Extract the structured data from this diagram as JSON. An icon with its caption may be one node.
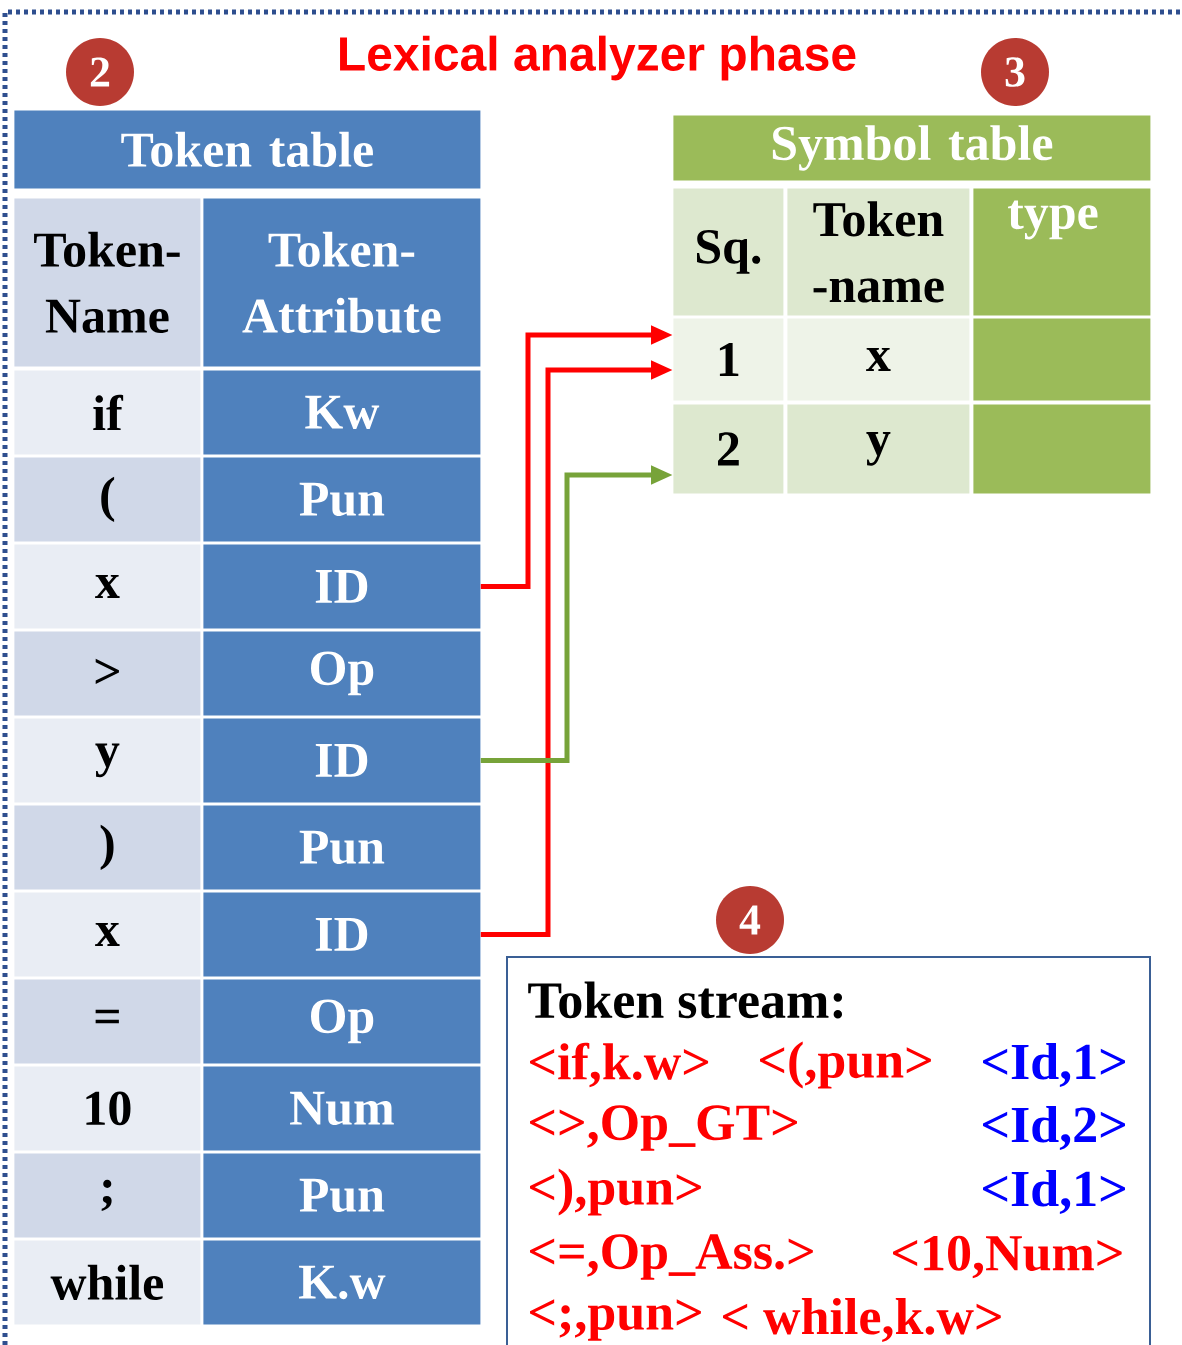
{
  "diagram": {
    "title": "Lexical analyzer phase",
    "nodes": [
      {
        "text": [
          "Token table"
        ]
      },
      {
        "text": [
          "Token-Name"
        ]
      },
      {
        "text": [
          "Token-Attribute"
        ]
      },
      {
        "text": [
          "if"
        ]
      },
      {
        "text": [
          "Kw"
        ]
      },
      {
        "text": [
          "("
        ]
      },
      {
        "text": [
          "Pun"
        ]
      },
      {
        "text": [
          "x"
        ]
      },
      {
        "text": [
          "ID"
        ]
      },
      {
        "text": [
          ">"
        ]
      },
      {
        "text": [
          "Op"
        ]
      },
      {
        "text": [
          "y"
        ]
      },
      {
        "text": [
          "ID"
        ]
      },
      {
        "text": [
          ")"
        ]
      },
      {
        "text": [
          "Pun"
        ]
      },
      {
        "text": [
          "x"
        ]
      },
      {
        "text": [
          "ID"
        ]
      },
      {
        "text": [
          "="
        ]
      },
      {
        "text": [
          "Op"
        ]
      },
      {
        "text": [
          "10"
        ]
      },
      {
        "text": [
          "Num"
        ]
      },
      {
        "text": [
          ";"
        ]
      },
      {
        "text": [
          "Pun"
        ]
      },
      {
        "text": [
          "while"
        ]
      },
      {
        "text": [
          "K.w"
        ]
      },
      {
        "text": [
          "Symbol table"
        ]
      },
      {
        "text": [
          "Sq."
        ]
      },
      {
        "text": [
          "Token -name"
        ]
      },
      {
        "text": [
          "type"
        ]
      },
      {
        "text": [
          "1"
        ]
      },
      {
        "text": [
          "x"
        ]
      },
      {
        "text": [],
        "shape": "box"
      },
      {
        "text": [
          "2"
        ]
      },
      {
        "text": [
          "y"
        ]
      },
      {
        "text": [],
        "shape": "box"
      },
      {
        "text": [
          "Token stream:",
          "<if,k.w>",
          "<(,pun>",
          "<Id,1>",
          "<>,Op_GT>",
          "<Id,2>",
          "<),pun>",
          "<Id,1>",
          "<=,Op_Ass.>",
          "<10,Num>",
          "<;,pun>",
          "< while,k.w>"
        ]
      }
    ],
    "edges": [
      {
        "from": 8,
        "to": 29,
        "arrow": "to"
      },
      {
        "from": 16,
        "to": 29,
        "arrow": "to"
      },
      {
        "from": 12,
        "to": 32,
        "arrow": "to",
        "color": "#77a339"
      }
    ],
    "labels": [
      "2",
      "3",
      "4"
    ]
  }
}
